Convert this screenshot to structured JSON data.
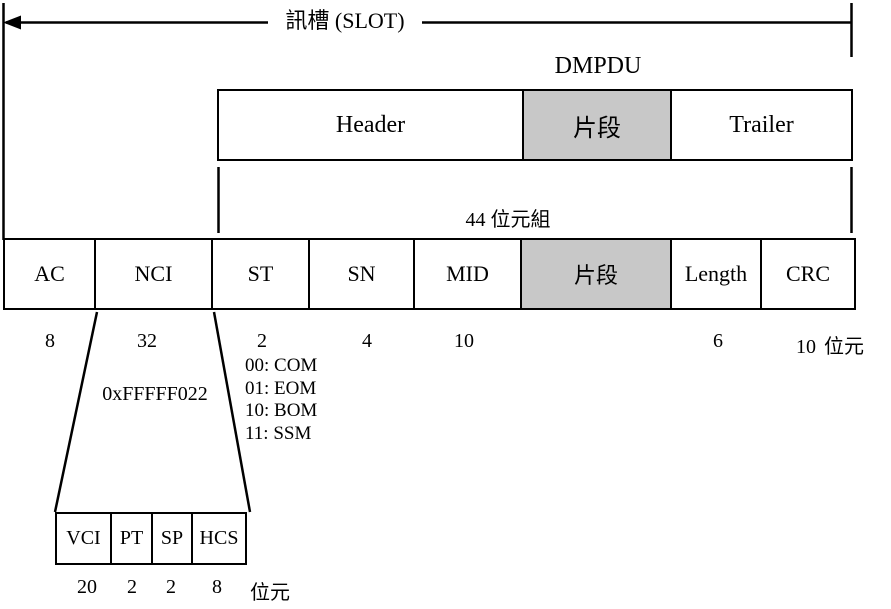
{
  "colors": {
    "line": "#000000",
    "shaded": "#c8c8c8",
    "background": "#ffffff"
  },
  "slot": {
    "label": "訊槽 (SLOT)"
  },
  "dmpdu": {
    "title": "DMPDU",
    "size_label": "44 位元組",
    "sections": [
      {
        "label": "Header"
      },
      {
        "label": "片段"
      },
      {
        "label": "Trailer"
      }
    ]
  },
  "slot_fields": {
    "bits_unit": "位元",
    "cells": [
      {
        "label": "AC",
        "bits": "8"
      },
      {
        "label": "NCI",
        "bits": "32"
      },
      {
        "label": "ST",
        "bits": "2"
      },
      {
        "label": "SN",
        "bits": "4"
      },
      {
        "label": "MID",
        "bits": "10"
      },
      {
        "label": "片段",
        "bits": ""
      },
      {
        "label": "Length",
        "bits": "6"
      },
      {
        "label": "CRC",
        "bits": "10"
      }
    ]
  },
  "st_codes": [
    "00: COM",
    "01: EOM",
    "10: BOM",
    "11: SSM"
  ],
  "nci_detail": {
    "value": "0xFFFFF022",
    "bits_unit": "位元",
    "cells": [
      {
        "label": "VCI",
        "bits": "20"
      },
      {
        "label": "PT",
        "bits": "2"
      },
      {
        "label": "SP",
        "bits": "2"
      },
      {
        "label": "HCS",
        "bits": "8"
      }
    ]
  }
}
